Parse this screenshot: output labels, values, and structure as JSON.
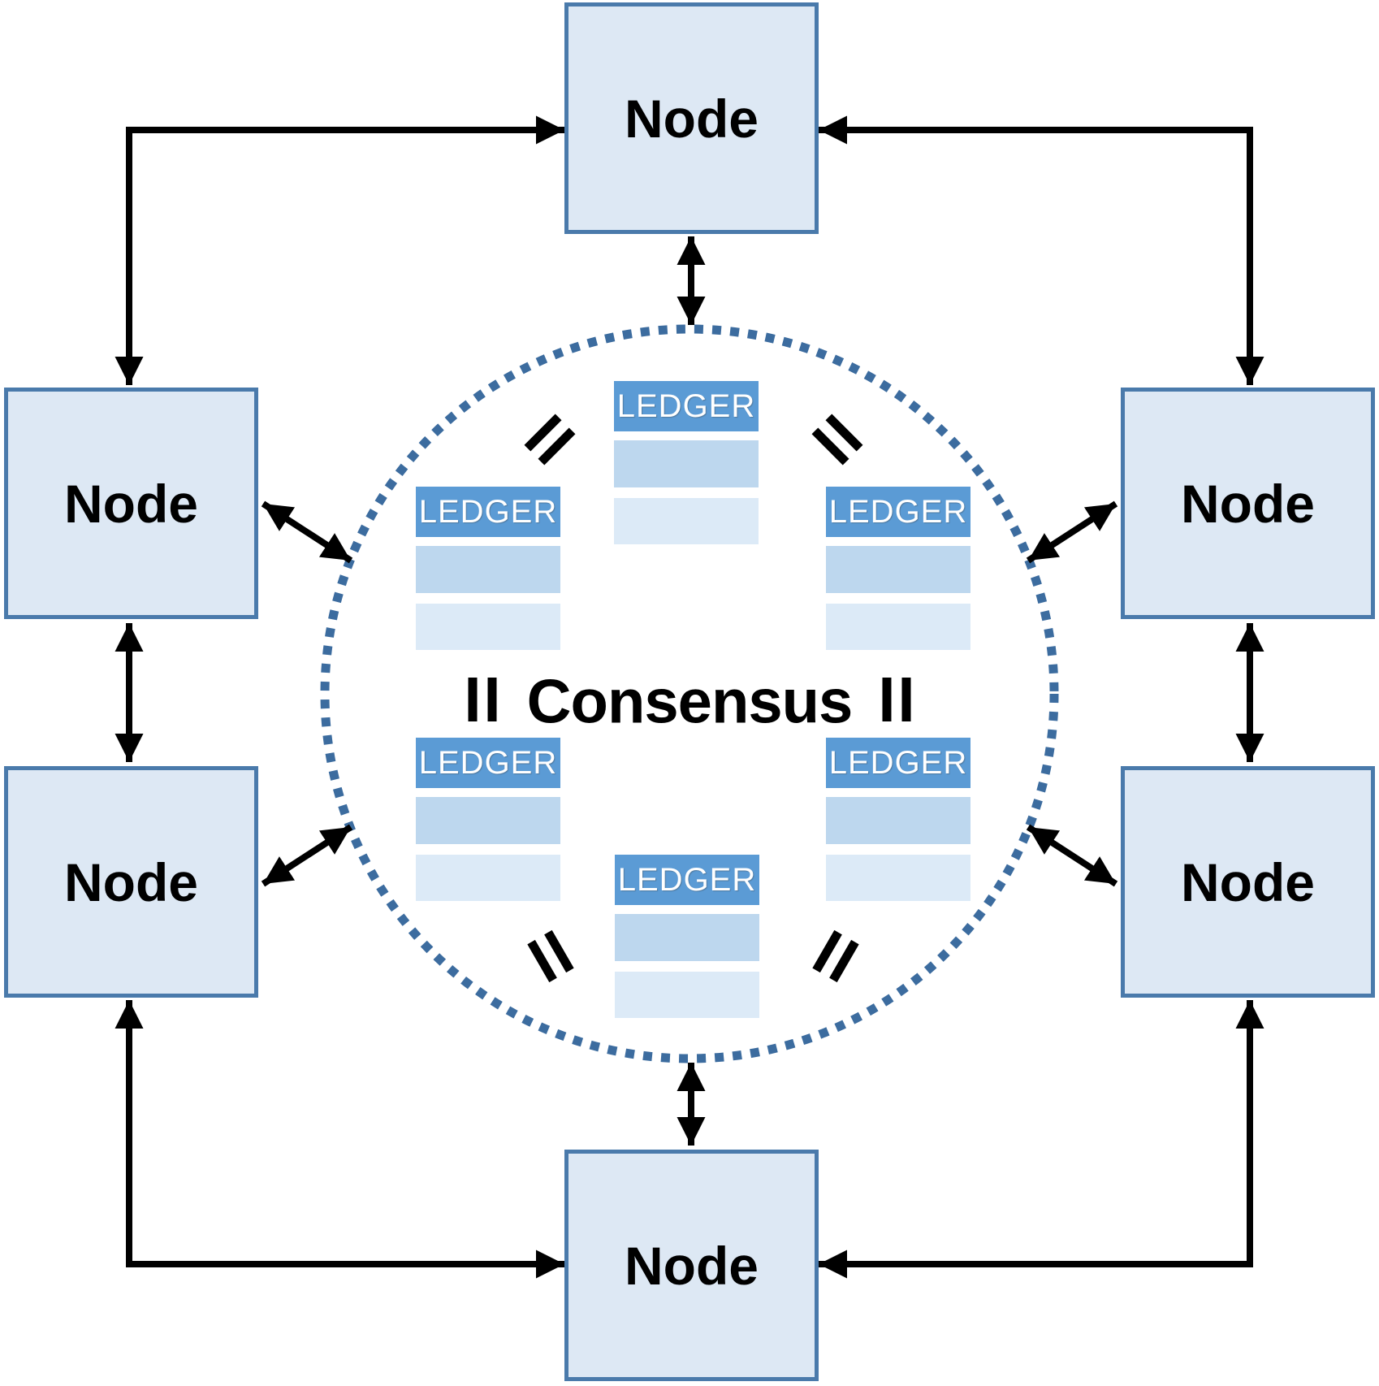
{
  "diagram": {
    "type": "peer-to-peer-consensus-network",
    "consensus": {
      "label": "Consensus"
    },
    "nodes": [
      {
        "id": "node-top",
        "label": "Node"
      },
      {
        "id": "node-left-upper",
        "label": "Node"
      },
      {
        "id": "node-right-upper",
        "label": "Node"
      },
      {
        "id": "node-left-lower",
        "label": "Node"
      },
      {
        "id": "node-right-lower",
        "label": "Node"
      },
      {
        "id": "node-bottom",
        "label": "Node"
      }
    ],
    "ledgers": [
      {
        "id": "ledger-top-center",
        "label": "LEDGER",
        "rows": 2
      },
      {
        "id": "ledger-upper-left",
        "label": "LEDGER",
        "rows": 2
      },
      {
        "id": "ledger-upper-right",
        "label": "LEDGER",
        "rows": 2
      },
      {
        "id": "ledger-lower-left",
        "label": "LEDGER",
        "rows": 2
      },
      {
        "id": "ledger-lower-right",
        "label": "LEDGER",
        "rows": 2
      },
      {
        "id": "ledger-bottom-center",
        "label": "LEDGER",
        "rows": 2
      }
    ],
    "equals_marks": {
      "glyph": "=",
      "count": 6,
      "meaning": "ledgers are identical"
    },
    "connections": {
      "node_to_node_arrows": 6,
      "node_to_circle_arrows": 6,
      "style": "double-headed"
    },
    "colors": {
      "node_fill": "#dde8f4",
      "node_border": "#4a7aab",
      "ledger_header_fill": "#5b9bd5",
      "ledger_header_text": "#ffffff",
      "ledger_row_medium": "#bdd7ee",
      "ledger_row_light": "#dceaf7",
      "circle_dot": "#3c6c9f",
      "arrow": "#000000",
      "label_text": "#000000"
    }
  }
}
